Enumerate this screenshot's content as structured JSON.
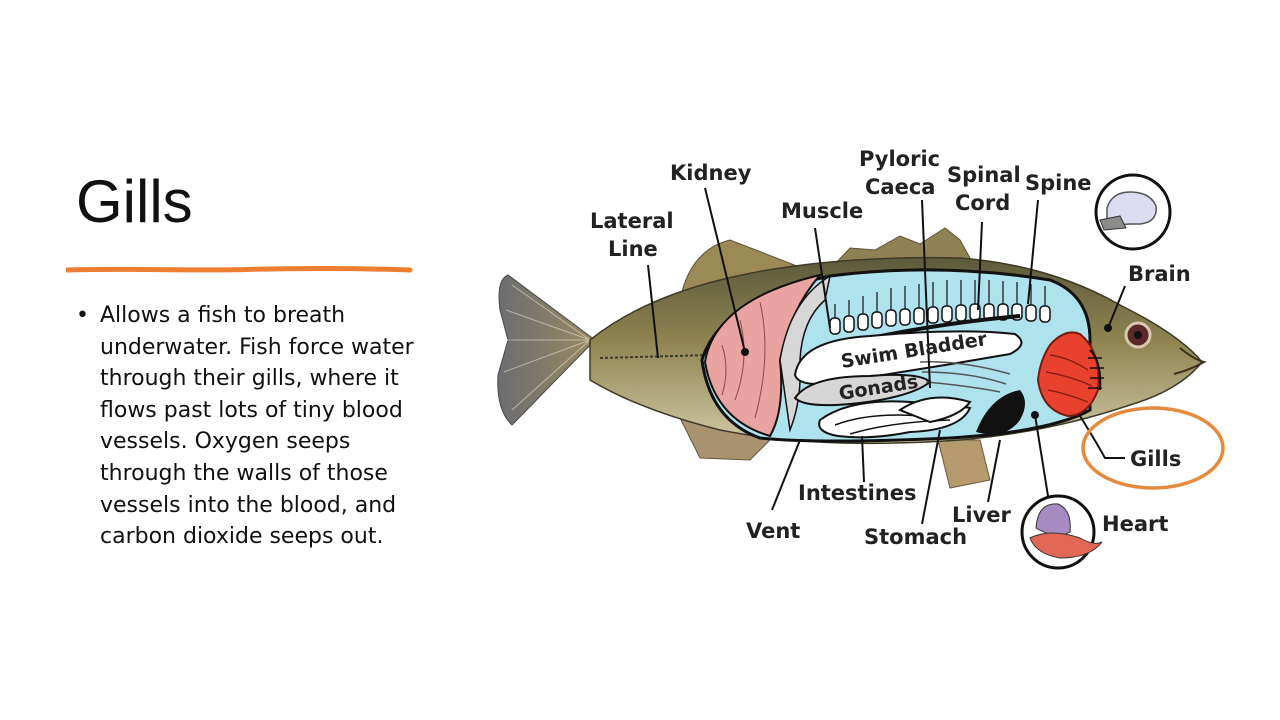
{
  "slide": {
    "title": "Gills",
    "accent_color": "#ed7d31",
    "bullets": [
      {
        "text": "Allows a fish to breath underwater. Fish force water through their gills, where it flows past lots of tiny blood vessels. Oxygen seeps through the walls of those vessels into the blood, and carbon dioxide seeps out."
      }
    ]
  },
  "diagram": {
    "labels": {
      "kidney": "Kidney",
      "lateral_1": "Lateral",
      "lateral_2": "Line",
      "muscle": "Muscle",
      "pyloric_1": "Pyloric",
      "pyloric_2": "Caeca",
      "spinal_1": "Spinal",
      "spinal_2": "Cord",
      "spine": "Spine",
      "brain": "Brain",
      "swim_bladder": "Swim Bladder",
      "gonads": "Gonads",
      "gills": "Gills",
      "heart": "Heart",
      "liver": "Liver",
      "intestines": "Intestines",
      "stomach": "Stomach",
      "vent": "Vent"
    },
    "highlight_color": "#e58a3a"
  }
}
